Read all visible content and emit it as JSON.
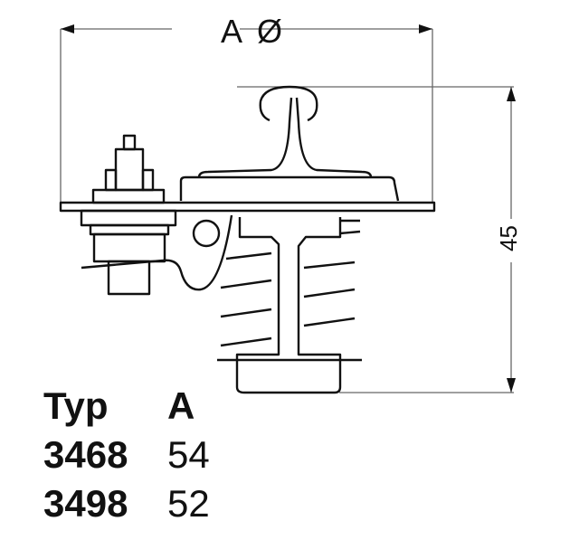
{
  "dimensions": {
    "diameter_label": "A Ø",
    "height_label": "45"
  },
  "table": {
    "headers": [
      "Typ",
      "A"
    ],
    "rows": [
      [
        "3468",
        "54"
      ],
      [
        "3498",
        "52"
      ]
    ]
  },
  "colors": {
    "line": "#111111",
    "dim_line": "#555555",
    "background": "#ffffff"
  }
}
